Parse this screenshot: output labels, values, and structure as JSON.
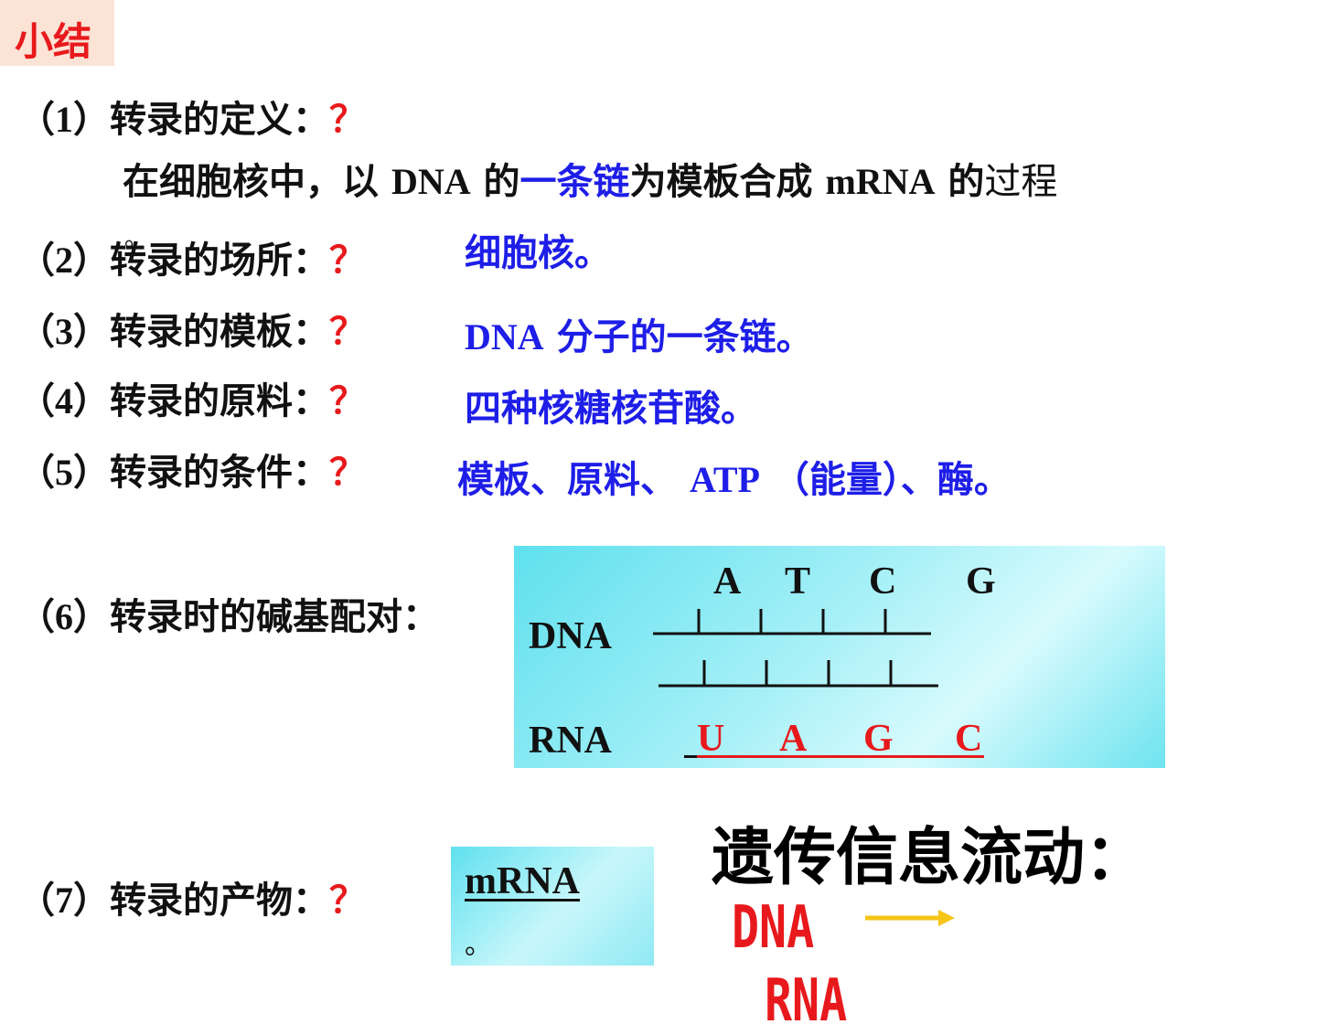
{
  "title": "小结",
  "question_mark": "？",
  "items": [
    {
      "open": "（",
      "num": "1",
      "close": "）",
      "label": "转录的定义："
    },
    {
      "open": "（",
      "num": "2",
      "close": "）",
      "label": "转录的场所："
    },
    {
      "open": "（",
      "num": "3",
      "close": "）",
      "label": "转录的模板："
    },
    {
      "open": "（",
      "num": "4",
      "close": "）",
      "label": "转录的原料："
    },
    {
      "open": "（",
      "num": "5",
      "close": "）",
      "label": "转录的条件："
    },
    {
      "open": "（",
      "num": "6",
      "close": "）",
      "label": "转录时的碱基配对："
    },
    {
      "open": "（",
      "num": "7",
      "close": "）",
      "label": "转录的产物："
    }
  ],
  "definition": {
    "part1": "在细胞核中，以 ",
    "dna": "DNA",
    "part2": " 的",
    "highlight": "一条链",
    "part3": "为模板合成 ",
    "mrna": "mRNA",
    "part4": " 的",
    "tail": "过程"
  },
  "stray_mark": "。",
  "answers": {
    "site": "细胞核。",
    "template_latin": "DNA",
    "template_rest": " 分子的一条链。",
    "materials": "四种核糖核苷酸。",
    "conditions_a": "模板、原料、 ",
    "conditions_latin": "ATP",
    "conditions_b": " （能量）、酶。"
  },
  "pairing": {
    "dna_label": "DNA",
    "rna_label": "RNA",
    "dna_bases": [
      "A",
      "T",
      "C",
      "G"
    ],
    "rna_bases": [
      "U",
      "A",
      "G",
      "C"
    ]
  },
  "product": {
    "value": "mRNA",
    "suffix": "。"
  },
  "flow": {
    "title": "遗传信息流动：",
    "source": "DNA",
    "target": "RNA"
  },
  "colors": {
    "question_mark": "#e8191c",
    "answer": "#1e1ee8",
    "rna_bases": "#e8191c",
    "arrow": "#f5c518"
  }
}
